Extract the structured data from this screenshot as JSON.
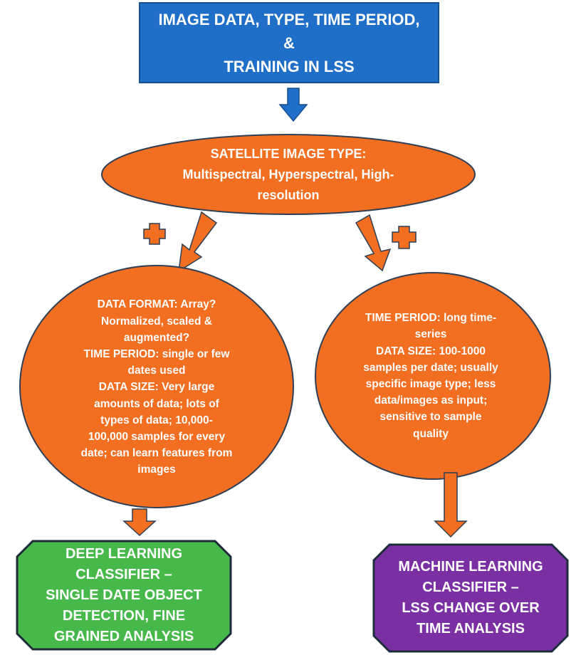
{
  "colors": {
    "blue_fill": "#1f6ec8",
    "blue_stroke": "#164f92",
    "orange_fill": "#f26e21",
    "orange_stroke": "#2f3f55",
    "green_fill": "#47b84a",
    "purple_fill": "#7a2fa3",
    "dark_outline": "#1e2b3a"
  },
  "top_box": {
    "line1": "IMAGE DATA, TYPE, TIME PERIOD, &",
    "line2": "TRAINING IN LSS"
  },
  "satellite_ellipse": {
    "line1": "SATELLITE IMAGE TYPE:",
    "line2": "Multispectral, Hyperspectral, High-",
    "line3": "resolution"
  },
  "left_ellipse": {
    "lines": [
      "DATA FORMAT: Array?",
      "Normalized, scaled &",
      "augmented?",
      "TIME PERIOD: single or few",
      "dates used",
      "DATA SIZE: Very large",
      "amounts of data; lots of",
      "types of data; 10,000-",
      "100,000 samples for every",
      "date; can learn features from",
      "images"
    ]
  },
  "right_ellipse": {
    "lines": [
      "TIME PERIOD: long time-",
      "series",
      "DATA SIZE: 100-1000",
      "samples per date; usually",
      "specific image type; less",
      "data/images as input;",
      "sensitive to sample",
      "quality"
    ]
  },
  "deep_learning_box": {
    "lines": [
      "DEEP LEARNING",
      "CLASSIFIER –",
      "SINGLE DATE OBJECT",
      "DETECTION, FINE",
      "GRAINED ANALYSIS"
    ]
  },
  "machine_learning_box": {
    "lines": [
      "MACHINE LEARNING",
      "CLASSIFIER –",
      "LSS CHANGE OVER",
      "TIME ANALYSIS"
    ]
  },
  "icons": {
    "plus_left": "plus-icon",
    "plus_right": "plus-icon"
  }
}
